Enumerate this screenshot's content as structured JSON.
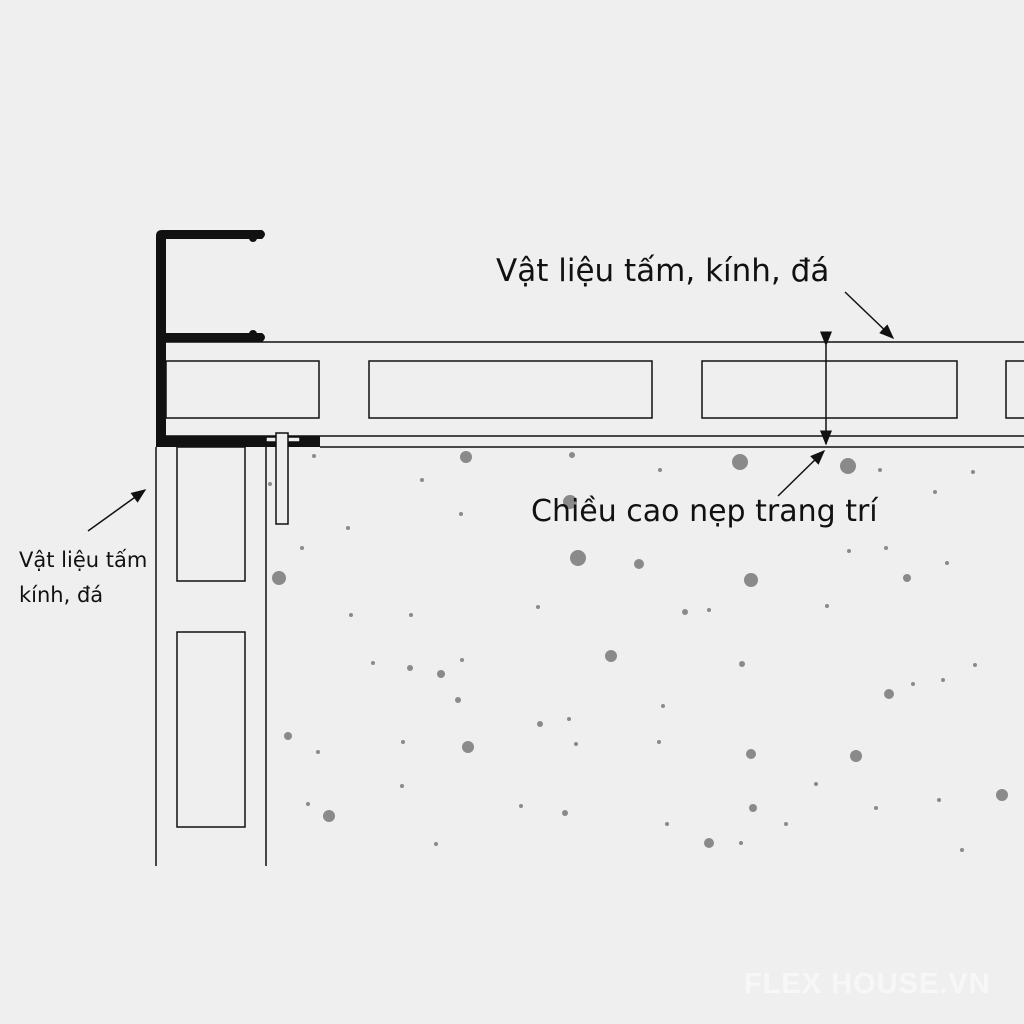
{
  "labels": {
    "top_material": "Vật liệu tấm, kính, đá",
    "trim_height": "Chiều cao nẹp trang trí",
    "left_material_line1": "Vật liệu tấm",
    "left_material_line2": "kính, đá"
  },
  "watermark": "FLEX HOUSE.VN",
  "colors": {
    "background": "#efefef",
    "line": "#111111",
    "aggregate": "#8a8a8a"
  }
}
